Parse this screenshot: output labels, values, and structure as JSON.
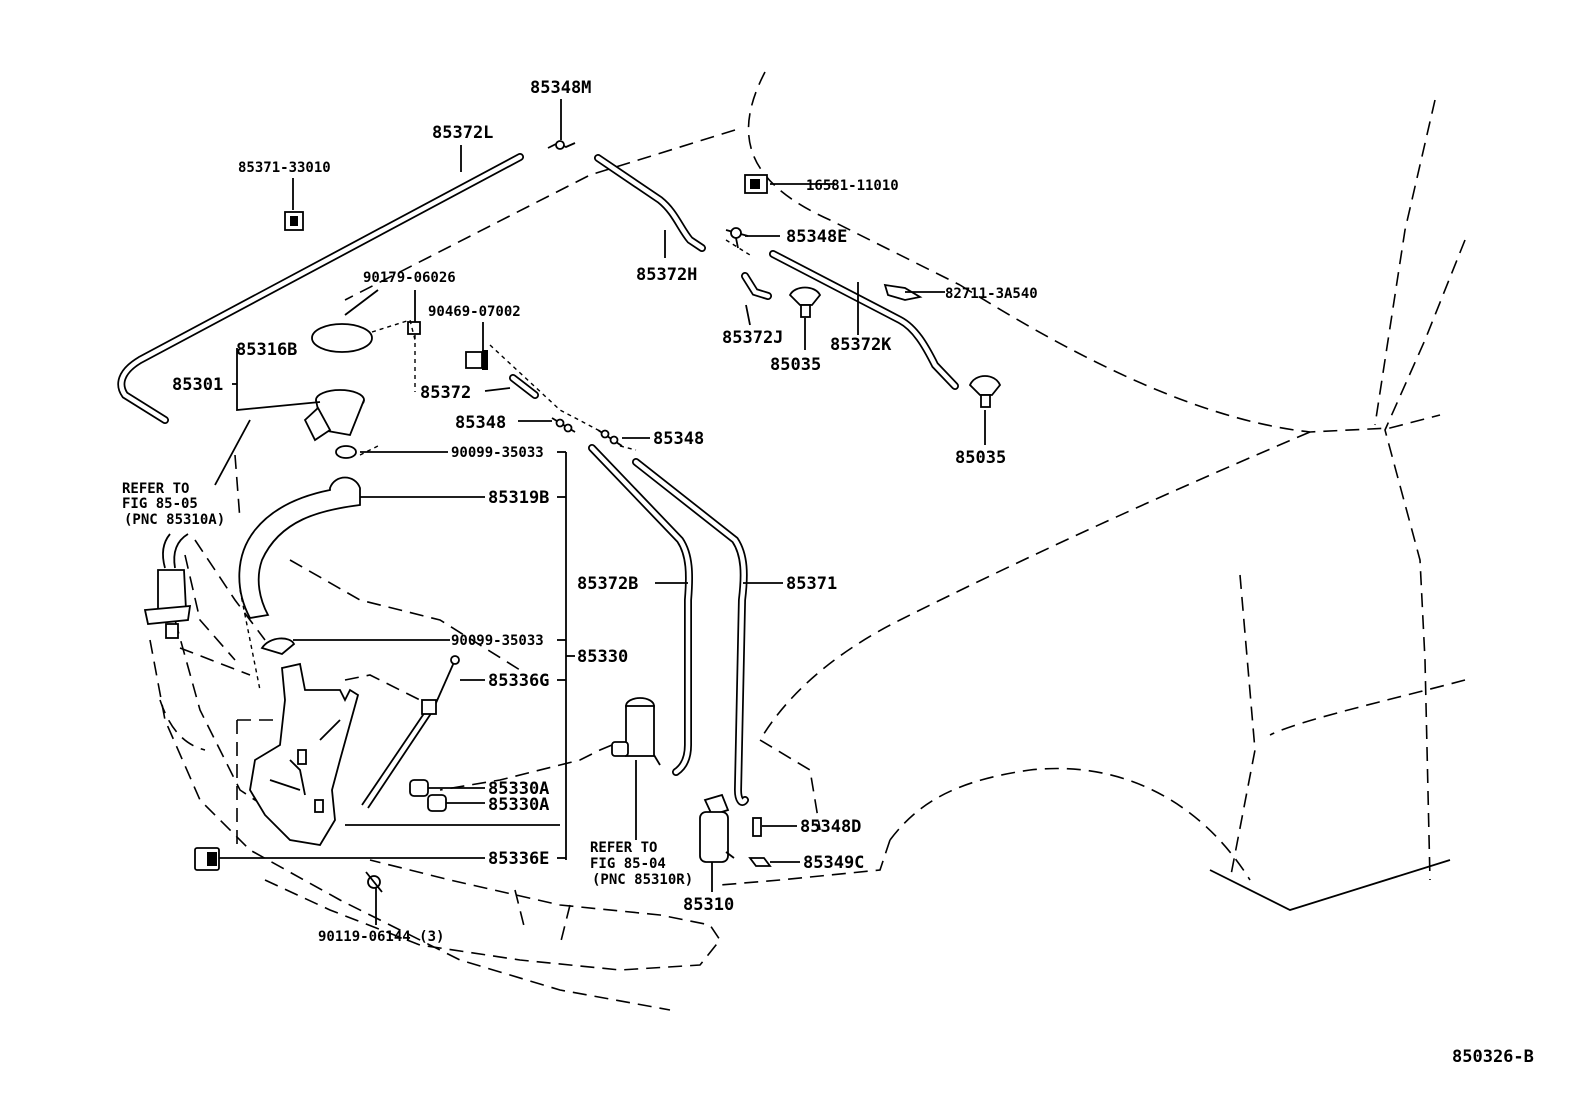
{
  "diagram_code": "850326-B",
  "labels": {
    "p85348M": "85348M",
    "p85372L": "85372L",
    "p85371_33010": "85371-33010",
    "p16581_11010": "16581-11010",
    "p85348E": "85348E",
    "p85372H": "85372H",
    "p82711_3A540": "82711-3A540",
    "p90179_06026": "90179-06026",
    "p90469_07002": "90469-07002",
    "p85372J": "85372J",
    "p85035_a": "85035",
    "p85372K": "85372K",
    "p85316B": "85316B",
    "p85301": "85301",
    "p85372": "85372",
    "p85348_a": "85348",
    "p85348_b": "85348",
    "p85035_b": "85035",
    "p90099_35033_a": "90099-35033",
    "p85319B": "85319B",
    "p85372B": "85372B",
    "p85371": "85371",
    "p90099_35033_b": "90099-35033",
    "p85330": "85330",
    "p85336G": "85336G",
    "p85330A_a": "85330A",
    "p85330A_b": "85330A",
    "p85348D": "85348D",
    "p85336E": "85336E",
    "p85349C": "85349C",
    "p85310": "85310",
    "p90119_06144": "90119-06144 (3)"
  },
  "refer_left": {
    "line1": "REFER TO",
    "line2": "FIG 85-05",
    "line3": "(PNC 85310A)"
  },
  "refer_center": {
    "line1": "REFER TO",
    "line2": "FIG 85-04",
    "line3": "(PNC 85310R)"
  }
}
